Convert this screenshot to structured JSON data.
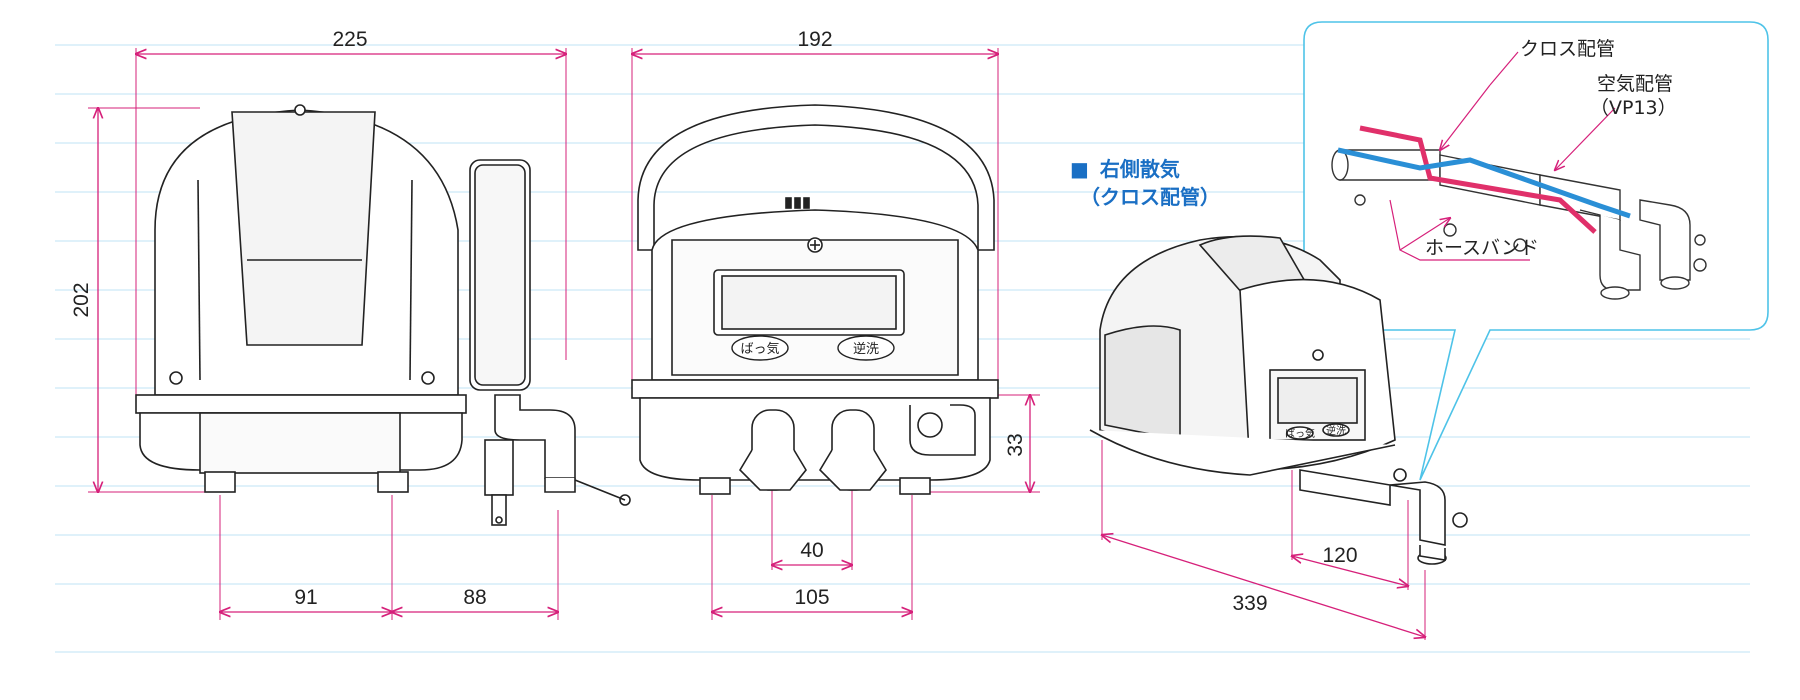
{
  "dimensions": {
    "side_width": "225",
    "front_width": "192",
    "height": "202",
    "foot_span_left": "91",
    "foot_span_right": "88",
    "pipe_spacing": "40",
    "foot_span_front": "105",
    "pipe_height": "33",
    "pipe_offset": "120",
    "total_length": "339"
  },
  "panel_labels": {
    "aeration": "ばっ気",
    "backwash": "逆洗"
  },
  "section": {
    "marker": "■",
    "title_line1": "右側散気",
    "title_line2": "（クロス配管）"
  },
  "callouts": {
    "cross_piping": "クロス配管",
    "air_piping": "空気配管",
    "vp13": "（VP13）",
    "hose_band": "ホースバンド"
  },
  "colors": {
    "dimension_line": "#d6207a",
    "grid_line": "#bfe3f5",
    "callout_border": "#4ec3e8",
    "cross_pipe_red": "#e0306a",
    "cross_pipe_blue": "#2a8fd6",
    "section_title": "#1a6fc4"
  }
}
